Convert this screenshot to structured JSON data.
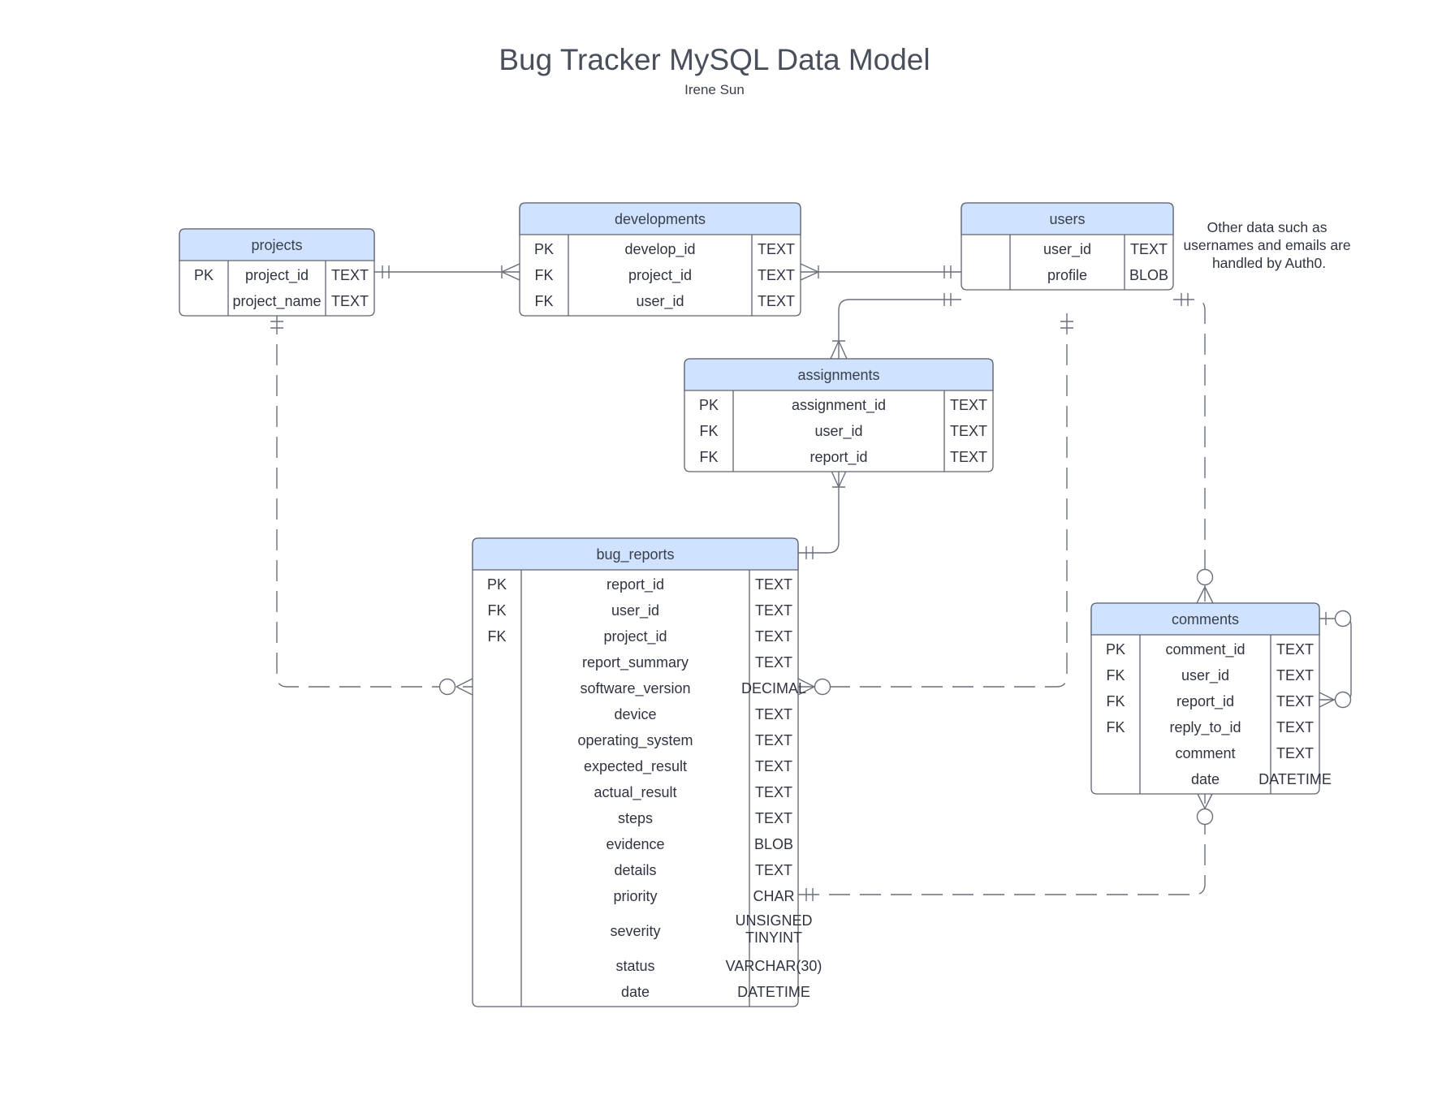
{
  "title": "Bug Tracker MySQL Data Model",
  "subtitle": "Irene Sun",
  "note_lines": [
    "Other data such as",
    "usernames and emails are",
    "handled by Auth0."
  ],
  "colors": {
    "header_fill": "#cfe2ff",
    "border": "#5f6470",
    "line": "#6a6f7a"
  },
  "entities": [
    {
      "id": "projects",
      "name": "projects",
      "rows": [
        {
          "key": "PK",
          "field": "project_id",
          "type": "TEXT"
        },
        {
          "key": "",
          "field": "project_name",
          "type": "TEXT"
        }
      ]
    },
    {
      "id": "developments",
      "name": "developments",
      "rows": [
        {
          "key": "PK",
          "field": "develop_id",
          "type": "TEXT"
        },
        {
          "key": "FK",
          "field": "project_id",
          "type": "TEXT"
        },
        {
          "key": "FK",
          "field": "user_id",
          "type": "TEXT"
        }
      ]
    },
    {
      "id": "users",
      "name": "users",
      "rows": [
        {
          "key": "",
          "field": "user_id",
          "type": "TEXT"
        },
        {
          "key": "",
          "field": "profile",
          "type": "BLOB"
        }
      ]
    },
    {
      "id": "assignments",
      "name": "assignments",
      "rows": [
        {
          "key": "PK",
          "field": "assignment_id",
          "type": "TEXT"
        },
        {
          "key": "FK",
          "field": "user_id",
          "type": "TEXT"
        },
        {
          "key": "FK",
          "field": "report_id",
          "type": "TEXT"
        }
      ]
    },
    {
      "id": "bug_reports",
      "name": "bug_reports",
      "rows": [
        {
          "key": "PK",
          "field": "report_id",
          "type": "TEXT"
        },
        {
          "key": "FK",
          "field": "user_id",
          "type": "TEXT"
        },
        {
          "key": "FK",
          "field": "project_id",
          "type": "TEXT"
        },
        {
          "key": "",
          "field": "report_summary",
          "type": "TEXT"
        },
        {
          "key": "",
          "field": "software_version",
          "type": "DECIMAL"
        },
        {
          "key": "",
          "field": "device",
          "type": "TEXT"
        },
        {
          "key": "",
          "field": "operating_system",
          "type": "TEXT"
        },
        {
          "key": "",
          "field": "expected_result",
          "type": "TEXT"
        },
        {
          "key": "",
          "field": "actual_result",
          "type": "TEXT"
        },
        {
          "key": "",
          "field": "steps",
          "type": "TEXT"
        },
        {
          "key": "",
          "field": "evidence",
          "type": "BLOB"
        },
        {
          "key": "",
          "field": "details",
          "type": "TEXT"
        },
        {
          "key": "",
          "field": "priority",
          "type": "CHAR"
        },
        {
          "key": "",
          "field": "severity",
          "type": "UNSIGNED TINYINT"
        },
        {
          "key": "",
          "field": "status",
          "type": "VARCHAR(30)"
        },
        {
          "key": "",
          "field": "date",
          "type": "DATETIME"
        }
      ]
    },
    {
      "id": "comments",
      "name": "comments",
      "rows": [
        {
          "key": "PK",
          "field": "comment_id",
          "type": "TEXT"
        },
        {
          "key": "FK",
          "field": "user_id",
          "type": "TEXT"
        },
        {
          "key": "FK",
          "field": "report_id",
          "type": "TEXT"
        },
        {
          "key": "FK",
          "field": "reply_to_id",
          "type": "TEXT"
        },
        {
          "key": "",
          "field": "comment",
          "type": "TEXT"
        },
        {
          "key": "",
          "field": "date",
          "type": "DATETIME"
        }
      ]
    }
  ]
}
